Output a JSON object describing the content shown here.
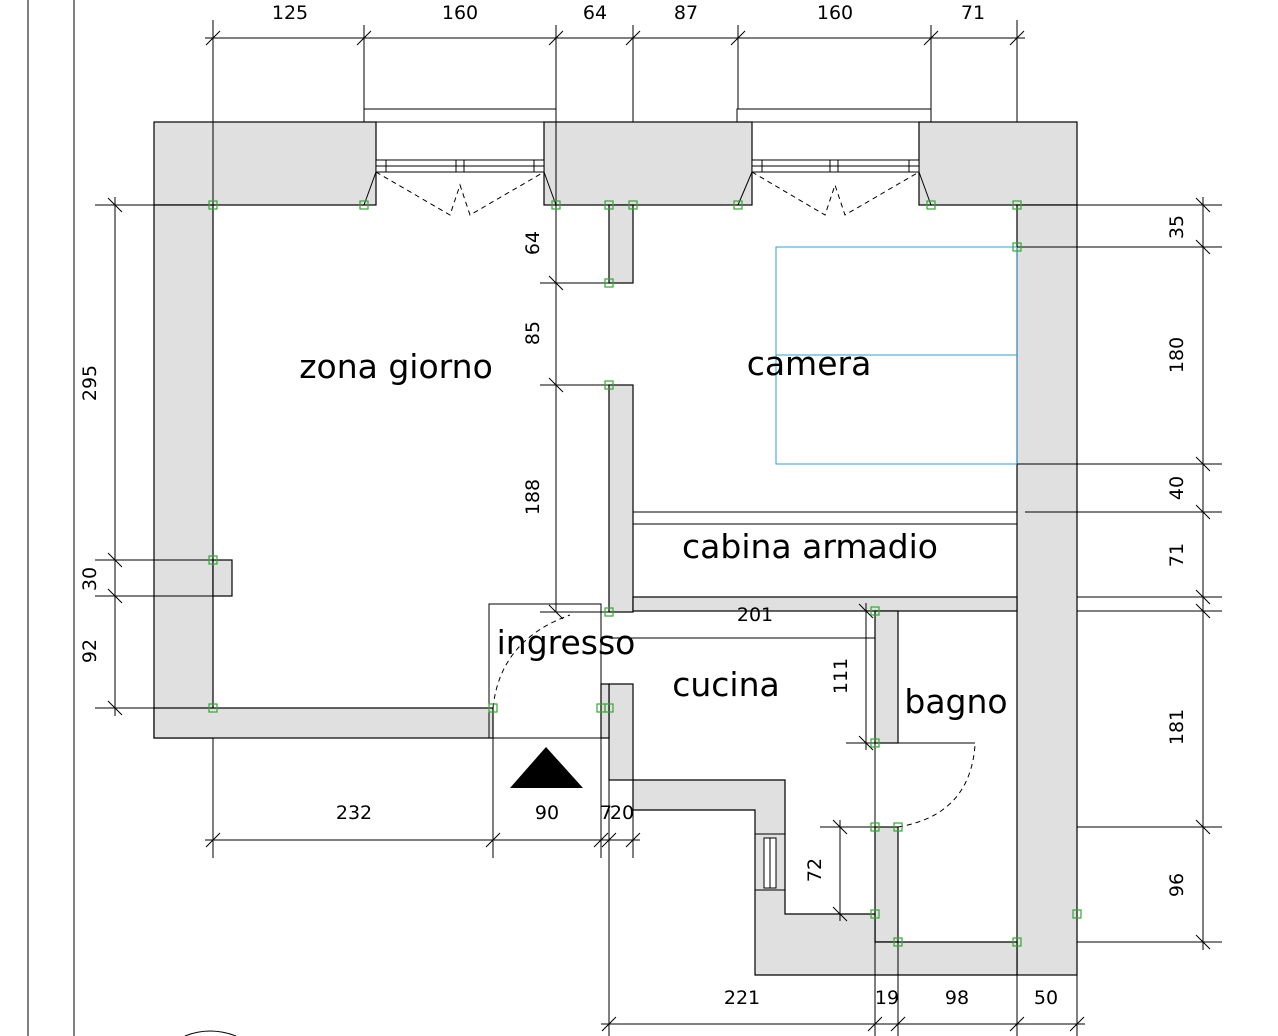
{
  "rooms": {
    "zona_giorno": "zona giorno",
    "camera": "camera",
    "cabina_armadio": "cabina armadio",
    "ingresso": "ingresso",
    "cucina": "cucina",
    "bagno": "bagno"
  },
  "dimensions": {
    "top": [
      "125",
      "160",
      "64",
      "87",
      "160",
      "71"
    ],
    "left": [
      "295",
      "30",
      "92"
    ],
    "right": [
      "35",
      "180",
      "40",
      "71",
      "181",
      "96"
    ],
    "interior": [
      "64",
      "85",
      "188",
      "201",
      "111",
      "72"
    ],
    "bottom_left": [
      "232",
      "90",
      "7",
      "20"
    ],
    "bottom_right": [
      "221",
      "19",
      "98",
      "50"
    ]
  },
  "colors": {
    "wall_fill": "#e0e0e0",
    "node": "#2faa2f",
    "furniture": "#2ea0d6"
  }
}
